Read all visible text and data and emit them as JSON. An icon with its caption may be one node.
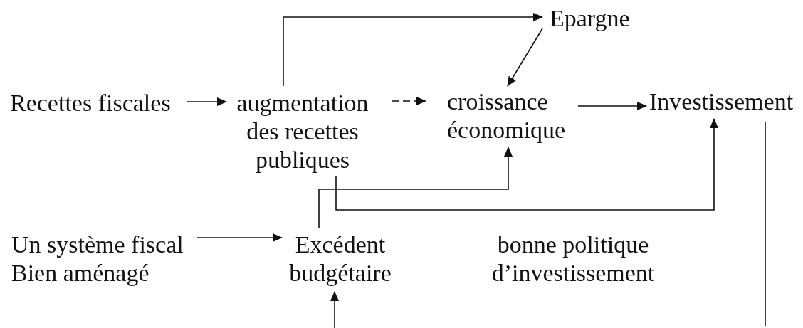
{
  "diagram": {
    "nodes": [
      {
        "text": [
          "Recettes fiscales"
        ]
      },
      {
        "text": [
          "augmentation des recettes publiques"
        ]
      },
      {
        "text": [
          "Epargne"
        ]
      },
      {
        "text": [
          "croissance économique"
        ]
      },
      {
        "text": [
          "Investissement"
        ]
      },
      {
        "text": [
          "Un système fiscal Bien aménagé"
        ]
      },
      {
        "text": [
          "Excédent budgétaire"
        ]
      },
      {
        "text": [
          "bonne politique d’investissement"
        ]
      }
    ],
    "edges": [
      {
        "from": 0,
        "to": 1,
        "arrow": "to"
      },
      {
        "from": 1,
        "to": 3,
        "arrow": "to",
        "style": "dashed"
      },
      {
        "from": 3,
        "to": 4,
        "arrow": "to"
      },
      {
        "from": 1,
        "to": 2,
        "arrow": "to"
      },
      {
        "from": 2,
        "to": 3,
        "arrow": "to"
      },
      {
        "from": 1,
        "to": 4,
        "arrow": "to"
      },
      {
        "from": 6,
        "to": 3,
        "arrow": "to"
      },
      {
        "from": 5,
        "to": 6,
        "arrow": "to"
      },
      {
        "from": null,
        "to": 6,
        "arrow": "to"
      },
      {
        "from": 4,
        "to": null,
        "arrow": "none"
      }
    ]
  }
}
